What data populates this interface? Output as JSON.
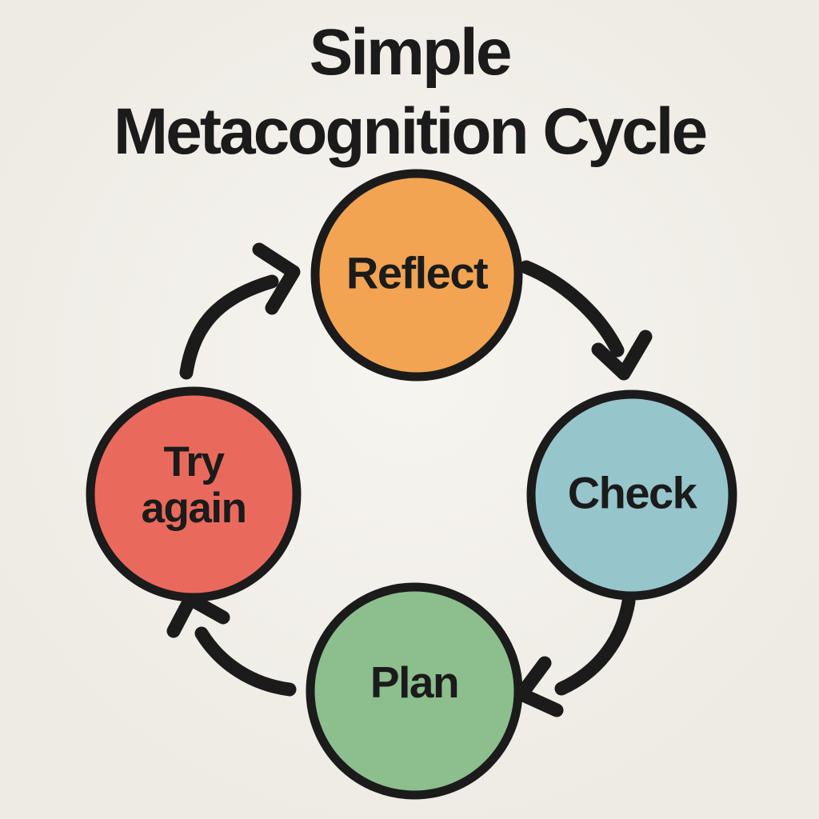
{
  "title": {
    "line1": "Simple",
    "line2": "Metacognition Cycle"
  },
  "colors": {
    "background": "#F2EFE8",
    "ink": "#1B1B1B"
  },
  "diagram": {
    "type": "cycle",
    "direction": "clockwise",
    "nodes": [
      {
        "id": "reflect",
        "label": "Reflect",
        "color": "#F2A452",
        "position": "top"
      },
      {
        "id": "check",
        "label": "Check",
        "color": "#97C5CC",
        "position": "right"
      },
      {
        "id": "plan",
        "label": "Plan",
        "color": "#8DBE8E",
        "position": "bottom"
      },
      {
        "id": "try-again",
        "label": "Try again",
        "color": "#E96A5C",
        "position": "left"
      }
    ],
    "edges": [
      {
        "from": "reflect",
        "to": "check"
      },
      {
        "from": "check",
        "to": "plan"
      },
      {
        "from": "plan",
        "to": "try-again"
      },
      {
        "from": "try-again",
        "to": "reflect"
      }
    ]
  }
}
